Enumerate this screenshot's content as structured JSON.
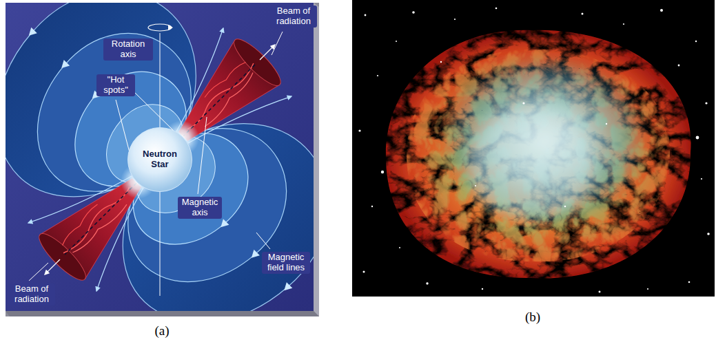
{
  "diagram": {
    "nodes": [
      {
        "text": [
          "Neutron Star"
        ]
      }
    ],
    "labels": [
      "Beam of radiation",
      "Rotation axis",
      "\"Hot spots\"",
      "Magnetic axis",
      "Magnetic field lines",
      "Beam of radiation",
      "(a)",
      "(b)"
    ]
  }
}
